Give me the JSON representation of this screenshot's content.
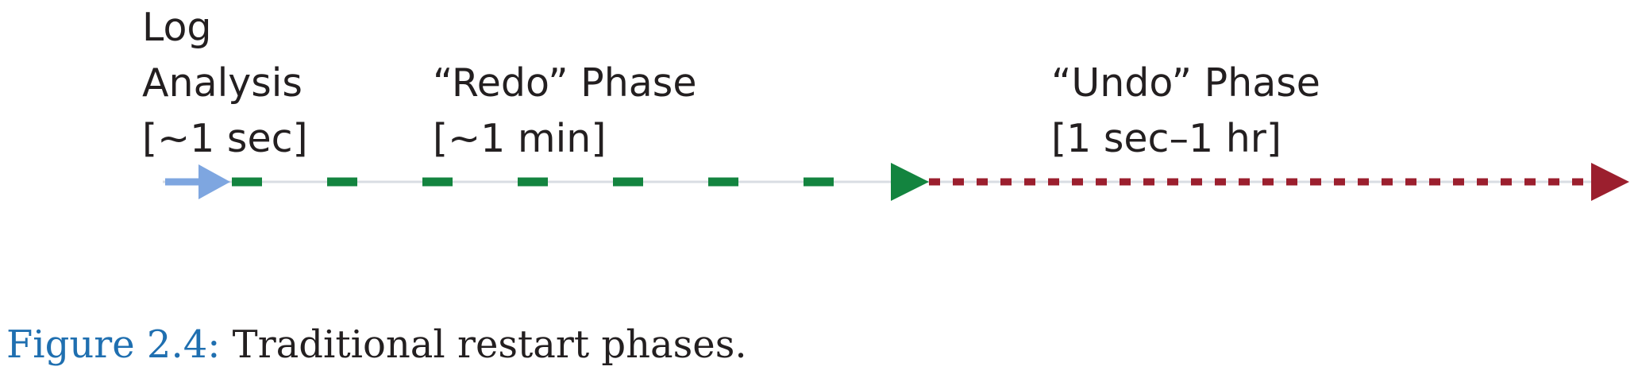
{
  "phases": {
    "log": {
      "lines": [
        "Log",
        "Analysis",
        "[~1 sec]"
      ],
      "color": "#7ea6e0"
    },
    "redo": {
      "lines": [
        "“Redo” Phase",
        "[~1 min]"
      ],
      "color": "#13843f"
    },
    "undo": {
      "lines": [
        "“Undo” Phase",
        "[1 sec–1 hr]"
      ],
      "color": "#9b1f2e"
    }
  },
  "baseline_color": "#d9dde3",
  "caption": {
    "label": "Figure 2.4:",
    "text": " Traditional restart phases."
  }
}
